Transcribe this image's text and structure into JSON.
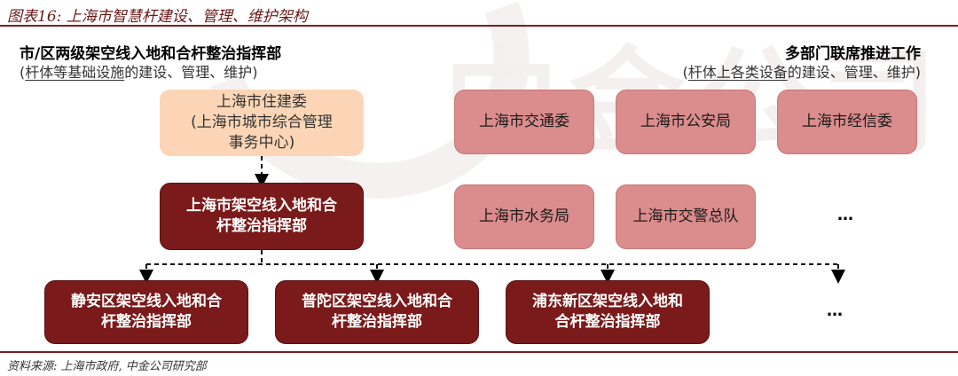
{
  "figure": {
    "title": "图表16: 上海市智慧杆建设、管理、维护架构",
    "source": "资料来源: 上海市政府, 中金公司研究部",
    "watermark": "中金公司"
  },
  "left_header": {
    "title": "市/区两级架空线入地和合杆整治指挥部",
    "sub_open": "(",
    "sub_underlined": "杆体等基础设施",
    "sub_rest": "的建设、管理、维护)"
  },
  "right_header": {
    "title": "多部门联席推进工作",
    "sub_open": "(",
    "sub_underlined": "杆体上各类设备",
    "sub_rest": "的建设、管理、维护)"
  },
  "nodes": {
    "housing_committee": "上海市住建委\n(上海市城市综合管理\n事务中心)",
    "city_hq": "上海市架空线入地和合\n杆整治指挥部",
    "jingan_hq": "静安区架空线入地和合\n杆整治指挥部",
    "putuo_hq": "普陀区架空线入地和合\n杆整治指挥部",
    "pudong_hq": "浦东新区架空线入地和\n合杆整治指挥部",
    "more_districts": "…",
    "transport_committee": "上海市交通委",
    "public_security": "上海市公安局",
    "economy_it": "上海市经信委",
    "water_affairs": "上海市水务局",
    "traffic_police": "上海市交警总队",
    "more_departments": "…"
  },
  "colors": {
    "accent_dark": "#7a1a1a",
    "peach": "#fbd5b5",
    "pink": "#db8c8c",
    "rule": "#7a1f1f"
  }
}
